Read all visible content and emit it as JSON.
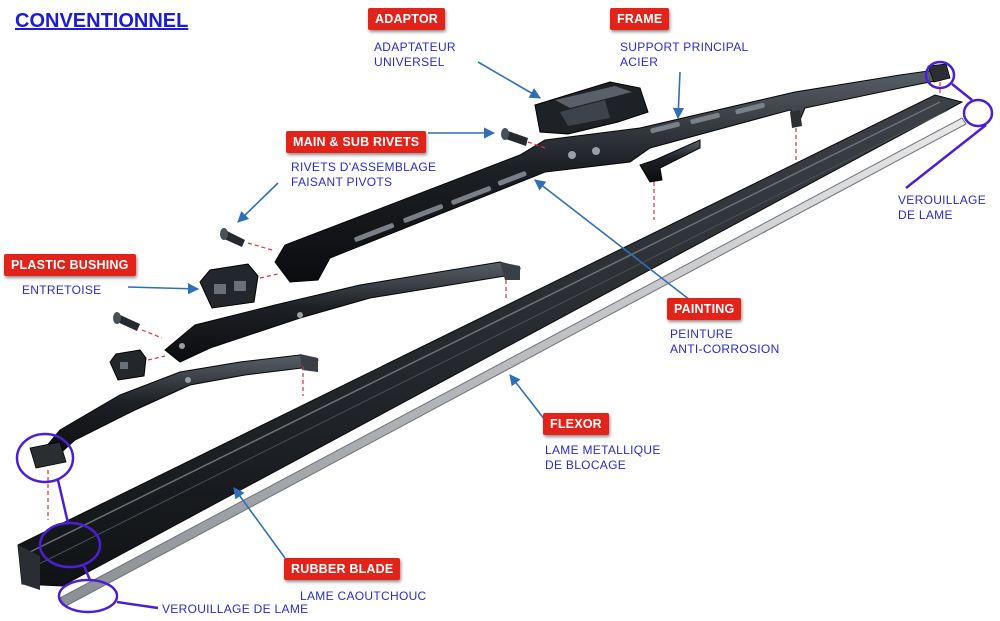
{
  "title": "CONVENTIONNEL",
  "colors": {
    "tag_bg": "#e2231a",
    "desc_text": "#2a2ad0",
    "title_text": "#1c1cd8",
    "lock_circle": "#4b1fd6",
    "metal": "#1a1d22"
  },
  "labels": {
    "adaptor": {
      "tag": "ADAPTOR",
      "lines": [
        "ADAPTATEUR",
        "UNIVERSEL"
      ]
    },
    "frame": {
      "tag": "FRAME",
      "lines": [
        "SUPPORT PRINCIPAL",
        "ACIER"
      ]
    },
    "rivets": {
      "tag": "MAIN & SUB RIVETS",
      "lines": [
        "RIVETS D'ASSEMBLAGE",
        "FAISANT PIVOTS"
      ]
    },
    "bushing": {
      "tag": "PLASTIC BUSHING",
      "lines": [
        "ENTRETOISE"
      ]
    },
    "painting": {
      "tag": "PAINTING",
      "lines": [
        "PEINTURE",
        "ANTI-CORROSION"
      ]
    },
    "flexor": {
      "tag": "FLEXOR",
      "lines": [
        "LAME METALLIQUE",
        "DE BLOCAGE"
      ]
    },
    "rubber": {
      "tag": "RUBBER BLADE",
      "lines": [
        "LAME CAOUTCHOUC"
      ]
    },
    "lock_right": {
      "lines": [
        "VEROUILLAGE",
        "DE LAME"
      ]
    },
    "lock_bottom": {
      "lines": [
        "VEROUILLAGE DE LAME"
      ]
    }
  }
}
